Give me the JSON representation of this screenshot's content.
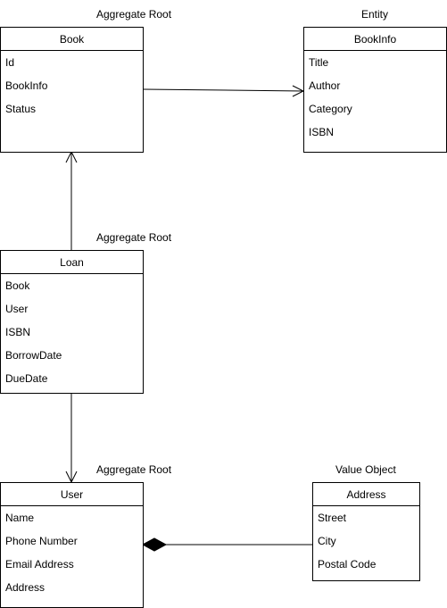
{
  "classes": {
    "book": {
      "stereotype": "Aggregate Root",
      "title": "Book",
      "fields": [
        "Id",
        "BookInfo",
        "Status"
      ]
    },
    "bookinfo": {
      "stereotype": "Entity",
      "title": "BookInfo",
      "fields": [
        "Title",
        "Author",
        "Category",
        "ISBN"
      ]
    },
    "loan": {
      "stereotype": "Aggregate Root",
      "title": "Loan",
      "fields": [
        "Book",
        "User",
        "ISBN",
        "BorrowDate",
        "DueDate"
      ]
    },
    "user": {
      "stereotype": "Aggregate Root",
      "title": "User",
      "fields": [
        "Name",
        "Phone Number",
        "Email Address",
        "Address"
      ]
    },
    "address": {
      "stereotype": "Value Object",
      "title": "Address",
      "fields": [
        "Street",
        "City",
        "Postal Code"
      ]
    }
  },
  "relations": [
    {
      "from": "book",
      "to": "bookinfo",
      "kind": "association"
    },
    {
      "from": "loan",
      "to": "book",
      "kind": "association"
    },
    {
      "from": "loan",
      "to": "user",
      "kind": "association"
    },
    {
      "from": "address",
      "to": "user",
      "kind": "composition"
    }
  ]
}
